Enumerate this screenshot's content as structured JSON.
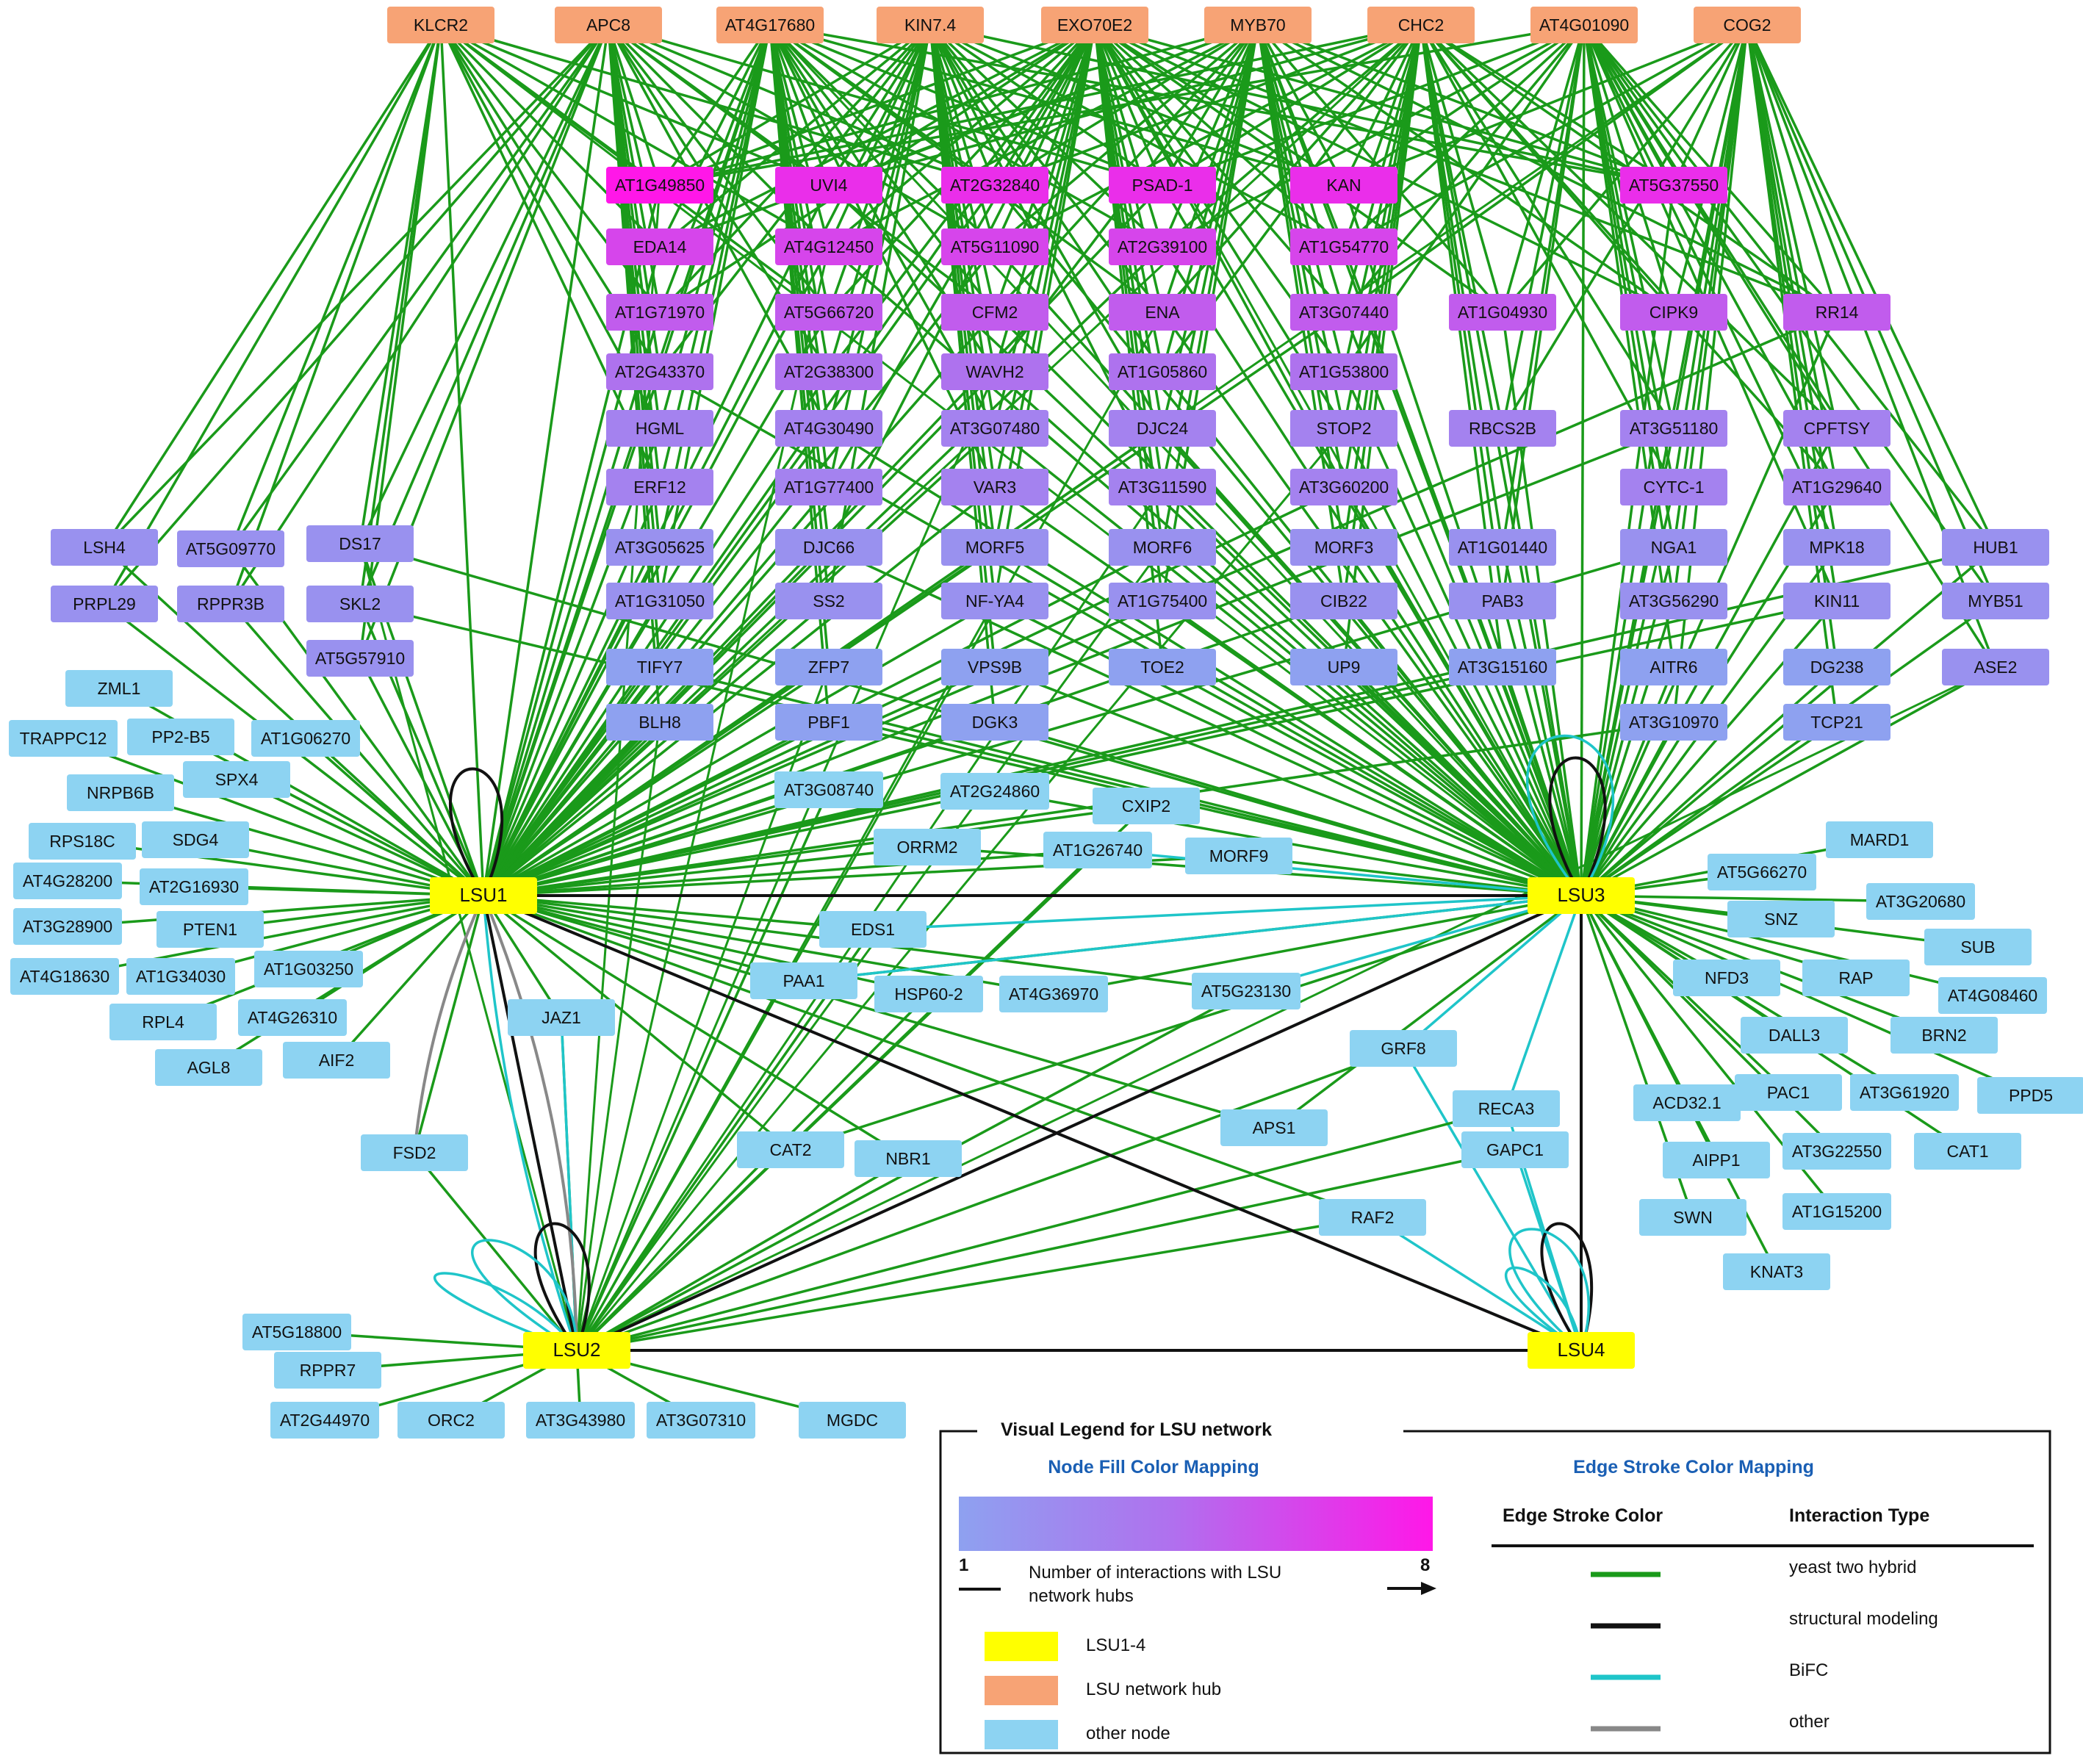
{
  "colors": {
    "hub": "#F7A375",
    "lsu": "#FFFF00",
    "other": "#8DD3F2",
    "gradient_low": "#8EA1F0",
    "gradient_mid": "#B070EE",
    "gradient_high": "#FF17E8",
    "edge_y2h": "#1A9A1A",
    "edge_structural": "#111111",
    "edge_bifc": "#1FC5C9",
    "edge_other": "#888888",
    "legend_heading": "#1A5FB4"
  },
  "hubs": [
    "KLCR2",
    "APC8",
    "AT4G17680",
    "KIN7.4",
    "EXO70E2",
    "MYB70",
    "CHC2",
    "AT4G01090",
    "COG2"
  ],
  "lsu_nodes": [
    "LSU1",
    "LSU2",
    "LSU3",
    "LSU4"
  ],
  "grid_rows": [
    [
      [
        "AT1G49850",
        8
      ],
      [
        "UVI4",
        7
      ],
      [
        "AT2G32840",
        7
      ],
      [
        "PSAD-1",
        7
      ],
      [
        "KAN",
        7
      ],
      null,
      [
        "AT5G37550",
        7
      ],
      null
    ],
    [
      [
        "EDA14",
        6
      ],
      [
        "AT4G12450",
        6
      ],
      [
        "AT5G11090",
        6
      ],
      [
        "AT2G39100",
        6
      ],
      [
        "AT1G54770",
        6
      ],
      null,
      null,
      null
    ],
    [
      [
        "AT1G71970",
        5
      ],
      [
        "AT5G66720",
        5
      ],
      [
        "CFM2",
        5
      ],
      [
        "ENA",
        5
      ],
      [
        "AT3G07440",
        5
      ],
      [
        "AT1G04930",
        5
      ],
      [
        "CIPK9",
        5
      ],
      [
        "RR14",
        5
      ]
    ],
    [
      [
        "AT2G43370",
        4
      ],
      [
        "AT2G38300",
        4
      ],
      [
        "WAVH2",
        4
      ],
      [
        "AT1G05860",
        4
      ],
      [
        "AT1G53800",
        4
      ],
      null,
      null,
      null
    ],
    [
      [
        "HGML",
        3
      ],
      [
        "AT4G30490",
        3
      ],
      [
        "AT3G07480",
        3
      ],
      [
        "DJC24",
        3
      ],
      [
        "STOP2",
        3
      ],
      [
        "RBCS2B",
        3
      ],
      [
        "AT3G51180",
        3
      ],
      [
        "CPFTSY",
        3
      ]
    ],
    [
      [
        "ERF12",
        3
      ],
      [
        "AT1G77400",
        3
      ],
      [
        "VAR3",
        3
      ],
      [
        "AT3G11590",
        3
      ],
      [
        "AT3G60200",
        3
      ],
      null,
      [
        "CYTC-1",
        3
      ],
      [
        "AT1G29640",
        3
      ]
    ],
    [
      [
        "AT3G05625",
        2
      ],
      [
        "DJC66",
        2
      ],
      [
        "MORF5",
        2
      ],
      [
        "MORF6",
        2
      ],
      [
        "MORF3",
        2
      ],
      [
        "AT1G01440",
        2
      ],
      [
        "NGA1",
        2
      ],
      [
        "MPK18",
        2
      ]
    ],
    [
      [
        "AT1G31050",
        2
      ],
      [
        "SS2",
        2
      ],
      [
        "NF-YA4",
        2
      ],
      [
        "AT1G75400",
        2
      ],
      [
        "CIB22",
        2
      ],
      [
        "PAB3",
        2
      ],
      [
        "AT3G56290",
        2
      ],
      [
        "KIN11",
        2
      ]
    ],
    [
      [
        "TIFY7",
        1
      ],
      [
        "ZFP7",
        1
      ],
      [
        "VPS9B",
        1
      ],
      [
        "TOE2",
        1
      ],
      [
        "UP9",
        1
      ],
      [
        "AT3G15160",
        1
      ],
      [
        "AITR6",
        1
      ],
      [
        "DG238",
        1
      ]
    ],
    [
      [
        "BLH8",
        1
      ],
      [
        "PBF1",
        1
      ],
      [
        "DGK3",
        1
      ],
      null,
      null,
      null,
      [
        "AT3G10970",
        1
      ],
      [
        "TCP21",
        1
      ]
    ]
  ],
  "side_nodes": [
    [
      "LSH4",
      2
    ],
    [
      "AT5G09770",
      2
    ],
    [
      "DS17",
      2
    ],
    [
      "PRPL29",
      2
    ],
    [
      "RPPR3B",
      2
    ],
    [
      "SKL2",
      2
    ],
    [
      "AT5G57910",
      2
    ],
    [
      "HUB1",
      2
    ],
    [
      "MYB51",
      2
    ],
    [
      "ASE2",
      2
    ]
  ],
  "other_nodes": [
    "ZML1",
    "TRAPPC12",
    "PP2-B5",
    "AT1G06270",
    "NRPB6B",
    "SPX4",
    "RPS18C",
    "SDG4",
    "AT4G28200",
    "AT2G16930",
    "AT3G28900",
    "PTEN1",
    "AT4G18630",
    "AT1G34030",
    "AT1G03250",
    "RPL4",
    "AT4G26310",
    "AGL8",
    "AIF2",
    "JAZ1",
    "FSD2",
    "AT5G18800",
    "RPPR7",
    "AT2G44970",
    "ORC2",
    "AT3G43980",
    "AT3G07310",
    "MGDC",
    "AT3G08740",
    "AT2G24860",
    "CXIP2",
    "ORRM2",
    "AT1G26740",
    "MORF9",
    "EDS1",
    "PAA1",
    "HSP60-2",
    "AT4G36970",
    "AT5G23130",
    "CAT2",
    "NBR1",
    "GRF8",
    "RECA3",
    "APS1",
    "GAPC1",
    "RAF2",
    "MARD1",
    "AT5G66270",
    "AT3G20680",
    "SNZ",
    "SUB",
    "NFD3",
    "RAP",
    "AT4G08460",
    "DALL3",
    "BRN2",
    "ACD32.1",
    "PAC1",
    "AT3G61920",
    "PPD5",
    "AIPP1",
    "AT3G22550",
    "CAT1",
    "SWN",
    "AT1G15200",
    "KNAT3"
  ],
  "legend": {
    "title": "Visual Legend for LSU network",
    "node_fill_heading": "Node Fill Color Mapping",
    "edge_stroke_heading": "Edge Stroke Color Mapping",
    "gradient_min": "1",
    "gradient_max": "8",
    "gradient_caption_1": "Number of interactions with LSU",
    "gradient_caption_2": "network hubs",
    "node_items": [
      {
        "label": "LSU1-4",
        "color": "#FFFF00"
      },
      {
        "label": "LSU network hub",
        "color": "#F7A375"
      },
      {
        "label": "other node",
        "color": "#8DD3F2"
      }
    ],
    "col_edge_stroke_color": "Edge Stroke Color",
    "col_interaction_type": "Interaction Type",
    "edge_items": [
      {
        "label": "yeast two hybrid",
        "color": "#1A9A1A"
      },
      {
        "label": "structural modeling",
        "color": "#111111"
      },
      {
        "label": "BiFC",
        "color": "#1FC5C9"
      },
      {
        "label": "other",
        "color": "#888888"
      }
    ]
  }
}
